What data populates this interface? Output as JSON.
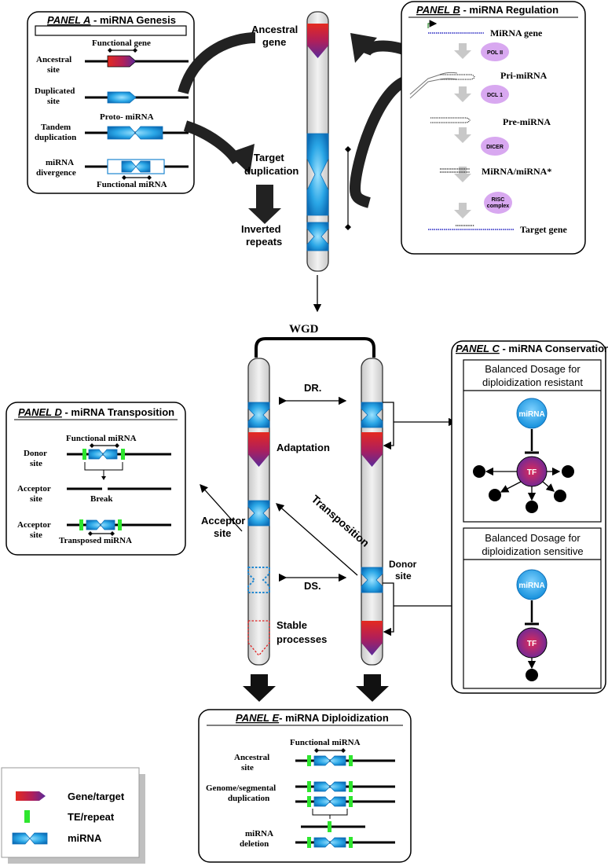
{
  "panel_a": {
    "title_italic": "PANEL A",
    "title_rest": " - miRNA Genesis",
    "functional_gene": "Functional gene",
    "row1": [
      "Ancestral",
      "site"
    ],
    "row2": [
      "Duplicated",
      "site"
    ],
    "proto": "Proto- miRNA",
    "row3": [
      "Tandem",
      "duplication"
    ],
    "row4": [
      "miRNA",
      "divergence"
    ],
    "functional_mirna": "Functional miRNA"
  },
  "panel_b": {
    "title_italic": "PANEL B",
    "title_rest": " - miRNA Regulation",
    "mirna_gene": "MiRNA gene",
    "pol": "POL II",
    "pri": "Pri-miRNA",
    "dcl": "DCL 1",
    "pre": "Pre-miRNA",
    "dicer": "DICER",
    "duplex": "MiRNA/miRNA*",
    "risc": [
      "RISC",
      "complex"
    ],
    "target": "Target gene"
  },
  "top": {
    "ancestral_gene": [
      "Ancestral",
      "gene"
    ],
    "target_duplication": [
      "Target",
      "duplication"
    ],
    "inverted": [
      "Inverted",
      "repeats"
    ],
    "wgd": "WGD"
  },
  "middle": {
    "dr": "DR.",
    "adaptation": "Adaptation",
    "transposition": "Transposition",
    "acceptor": [
      "Acceptor",
      "site"
    ],
    "donor": [
      "Donor",
      "site"
    ],
    "ds": "DS.",
    "stable": [
      "Stable",
      "processes"
    ]
  },
  "panel_c": {
    "title_italic": "PANEL C",
    "title_rest": " - miRNA Conservation",
    "box1": [
      "Balanced Dosage for",
      "diploidization resistant"
    ],
    "box2": [
      "Balanced Dosage for",
      "diploidization sensitive"
    ],
    "mirna": "miRNA",
    "tf": "TF"
  },
  "panel_d": {
    "title_italic": "PANEL D",
    "title_rest": " - miRNA Transposition",
    "functional_mirna": "Functional miRNA",
    "donor": [
      "Donor",
      "site"
    ],
    "acceptor1": [
      "Acceptor",
      "site"
    ],
    "break": "Break",
    "acceptor2": [
      "Acceptor",
      "site"
    ],
    "transposed": "Transposed miRNA"
  },
  "panel_e": {
    "title_italic": "PANEL E",
    "title_rest": "- miRNA Diploidization",
    "functional_mirna": "Functional miRNA",
    "row1": [
      "Ancestral",
      "site"
    ],
    "row2": [
      "Genome/segmental",
      "duplication"
    ],
    "row3": [
      "miRNA",
      "deletion"
    ]
  },
  "legend": {
    "gene": "Gene/target",
    "te": "TE/repeat",
    "mirna": "miRNA"
  },
  "colors": {
    "mirna_blue": "#2aa6e6",
    "gene_red": "#e0262b",
    "gene_purple": "#6a2b9a",
    "te_green": "#2ee62e",
    "enzyme_purple": "#d8a8f0"
  }
}
